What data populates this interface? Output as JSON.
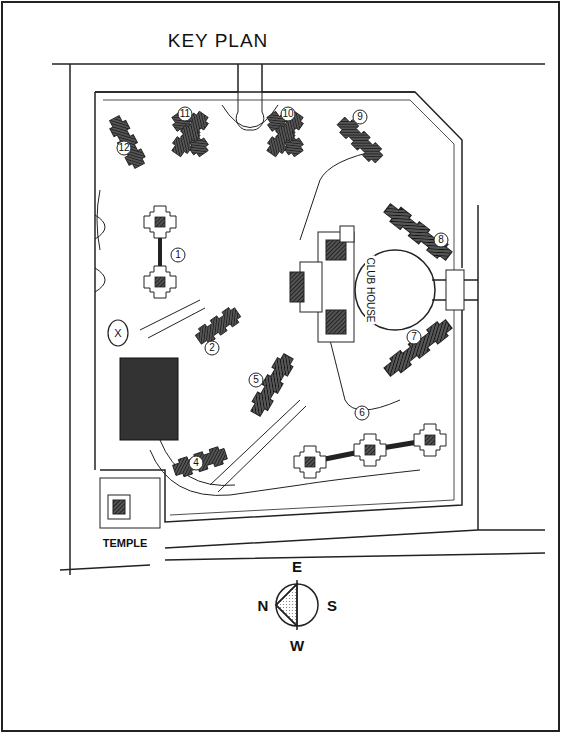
{
  "diagram": {
    "title": "KEY PLAN",
    "labels": [
      "12",
      "11",
      "10",
      "9",
      "1",
      "CLUB HOUSE",
      "8",
      "7",
      "2",
      "5",
      "4",
      "6",
      "X",
      "TEMPLE",
      "E",
      "N",
      "S",
      "W"
    ]
  }
}
